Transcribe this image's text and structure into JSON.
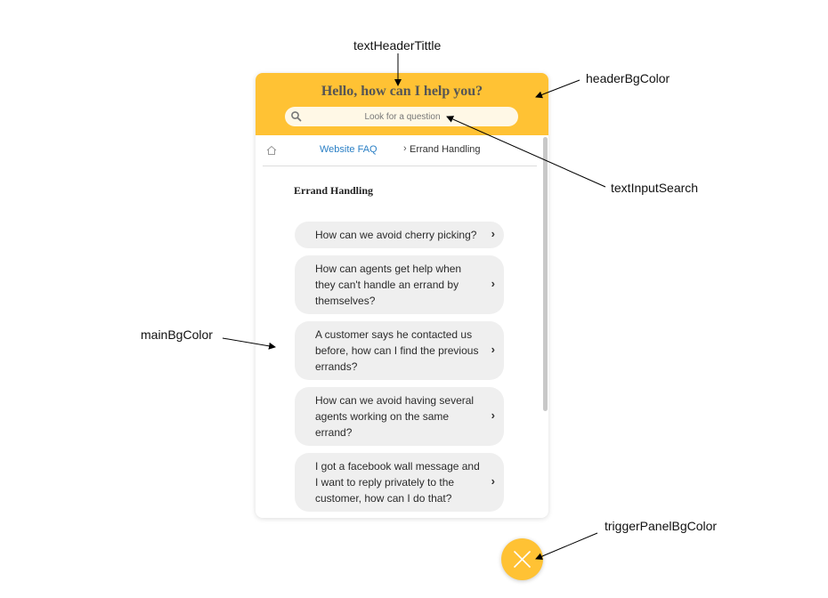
{
  "annotations": {
    "header_title": "textHeaderTittle",
    "header_bg": "headerBgColor",
    "search": "textInputSearch",
    "main_bg": "mainBgColor",
    "trigger": "triggerPanelBgColor"
  },
  "widget": {
    "header_title": "Hello, how can I help you?",
    "search_placeholder": "Look for a question",
    "breadcrumb": {
      "link": "Website FAQ",
      "separator": "›",
      "current": "Errand Handling"
    },
    "section_title": "Errand Handling",
    "faq_items": [
      {
        "lines": [
          "How can we avoid cherry picking?"
        ]
      },
      {
        "lines": [
          "How can agents get help when",
          "they can't handle an errand by",
          "themselves?"
        ]
      },
      {
        "lines": [
          "A customer says he contacted us",
          "before, how can I find the previous",
          "errands?"
        ]
      },
      {
        "lines": [
          "How can we avoid having several",
          "agents working on the same",
          "errand?"
        ]
      },
      {
        "lines": [
          "I got a facebook wall message and",
          "I want to reply privately to the",
          "customer, how can I do that?"
        ]
      }
    ],
    "item_chevron": "›"
  },
  "colors": {
    "header_bg": "#ffc234",
    "trigger_bg": "#ffc234",
    "link": "#2a7fc5",
    "item_bg": "#efefef"
  },
  "icons": {
    "search": "search-icon",
    "home": "home-icon",
    "close": "close-icon"
  }
}
